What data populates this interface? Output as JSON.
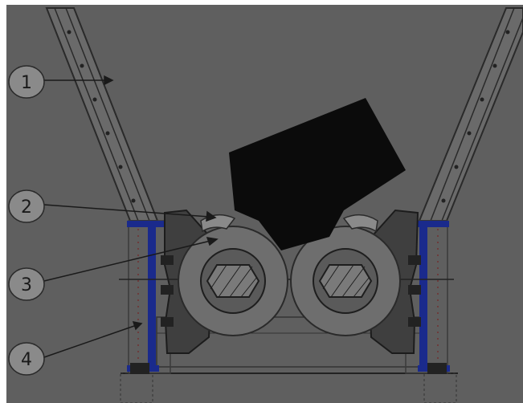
{
  "callouts": [
    {
      "label": "1"
    },
    {
      "label": "2"
    },
    {
      "label": "3"
    },
    {
      "label": "4"
    }
  ],
  "colors": {
    "background": "#5f5f5f",
    "frame": "#ffffff",
    "feed_rock": "#0b0b0b",
    "wheel_face": "#707070",
    "wheel_shadow": "#4e4e4e",
    "plate_blue": "#1a2a8c",
    "line_dark": "#222222",
    "callout_fill": "#8a8a8a"
  }
}
